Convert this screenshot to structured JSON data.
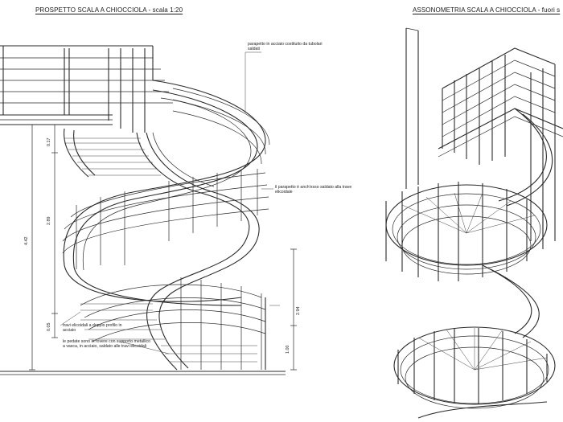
{
  "left_view": {
    "title": "PROSPETTO SCALA A CHIOCCIOLA - scala 1:20",
    "notes": {
      "parapetto_top": "parapetto in acciaio costituito da tubolari saldati",
      "parapetto_mid": "il parapetto è anch'esso saldato alla trave elicoidale",
      "travi": "travi elicoidali a doppio profilo in acciaio",
      "pedate": "le pedate sono in rovere con supporto metallico a vasca, in acciaio, saldato alle travi elicoidali"
    },
    "dimensions": {
      "d_017": "0.17",
      "d_289": "2.89",
      "d_442": "4.42",
      "d_005": "0.05",
      "d_294": "2.94",
      "d_100": "1.00"
    }
  },
  "right_view": {
    "title": "ASSONOMETRIA SCALA A CHIOCCIOLA - fuori s"
  }
}
